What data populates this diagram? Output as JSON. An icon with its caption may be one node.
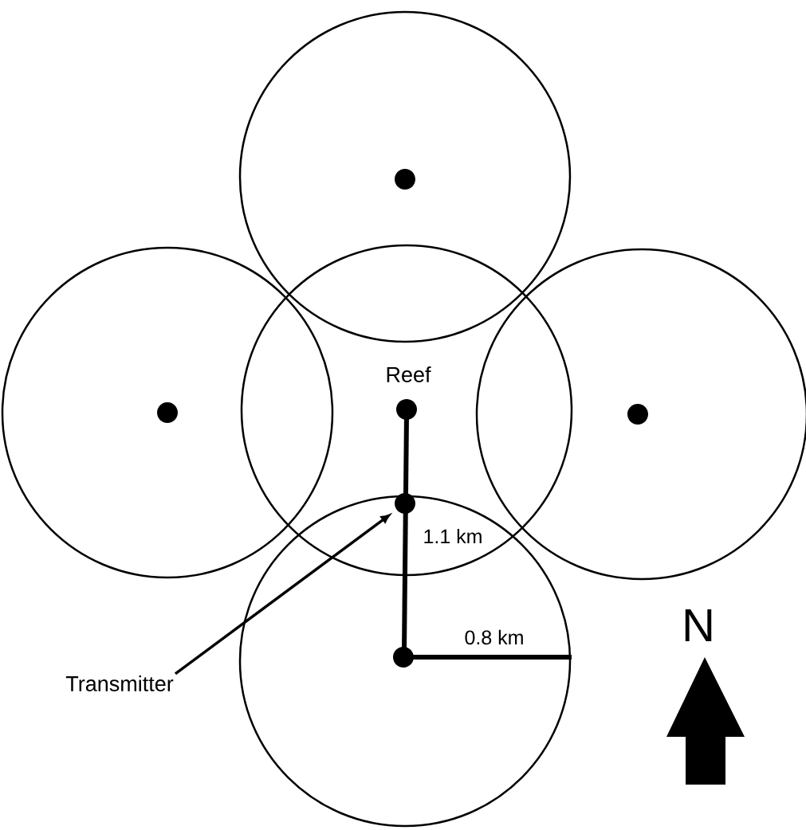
{
  "diagram": {
    "nodes": [
      {
        "text": [
          "Transmitter"
        ]
      },
      {
        "text": [],
        "shape": "circle"
      }
    ],
    "edges": [
      {
        "from": 0,
        "to": 1,
        "arrow": "to"
      }
    ],
    "labels": [
      "Reef",
      "1.1 km",
      "0.8 km",
      "N"
    ]
  }
}
